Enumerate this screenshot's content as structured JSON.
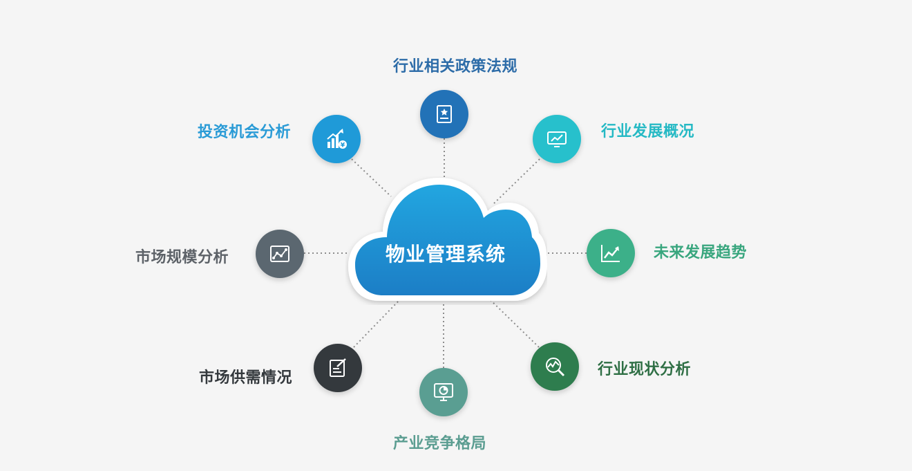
{
  "center": {
    "title": "物业管理系统"
  },
  "nodes": [
    {
      "id": "policy",
      "label": "行业相关政策法规",
      "color": "#2272b7",
      "label_color": "#2d6ca8",
      "icon": "badge-icon"
    },
    {
      "id": "overview",
      "label": "行业发展概况",
      "color": "#27c0cc",
      "label_color": "#25b9c4",
      "icon": "monitor-chart-icon"
    },
    {
      "id": "trend",
      "label": "未来发展趋势",
      "color": "#3cb089",
      "label_color": "#39a67e",
      "icon": "trend-up-icon"
    },
    {
      "id": "status",
      "label": "行业现状分析",
      "color": "#2e7d4e",
      "label_color": "#2f6f45",
      "icon": "magnifier-chart-icon"
    },
    {
      "id": "competition",
      "label": "产业竞争格局",
      "color": "#5a9e92",
      "label_color": "#5b9d91",
      "icon": "pie-monitor-icon"
    },
    {
      "id": "supply-demand",
      "label": "市场供需情况",
      "color": "#34393d",
      "label_color": "#34393d",
      "icon": "edit-note-icon"
    },
    {
      "id": "market-size",
      "label": "市场规模分析",
      "color": "#5b6770",
      "label_color": "#5d6268",
      "icon": "line-chart-icon"
    },
    {
      "id": "investment",
      "label": "投资机会分析",
      "color": "#1f9ad8",
      "label_color": "#2a9bd6",
      "icon": "bar-growth-icon"
    }
  ]
}
